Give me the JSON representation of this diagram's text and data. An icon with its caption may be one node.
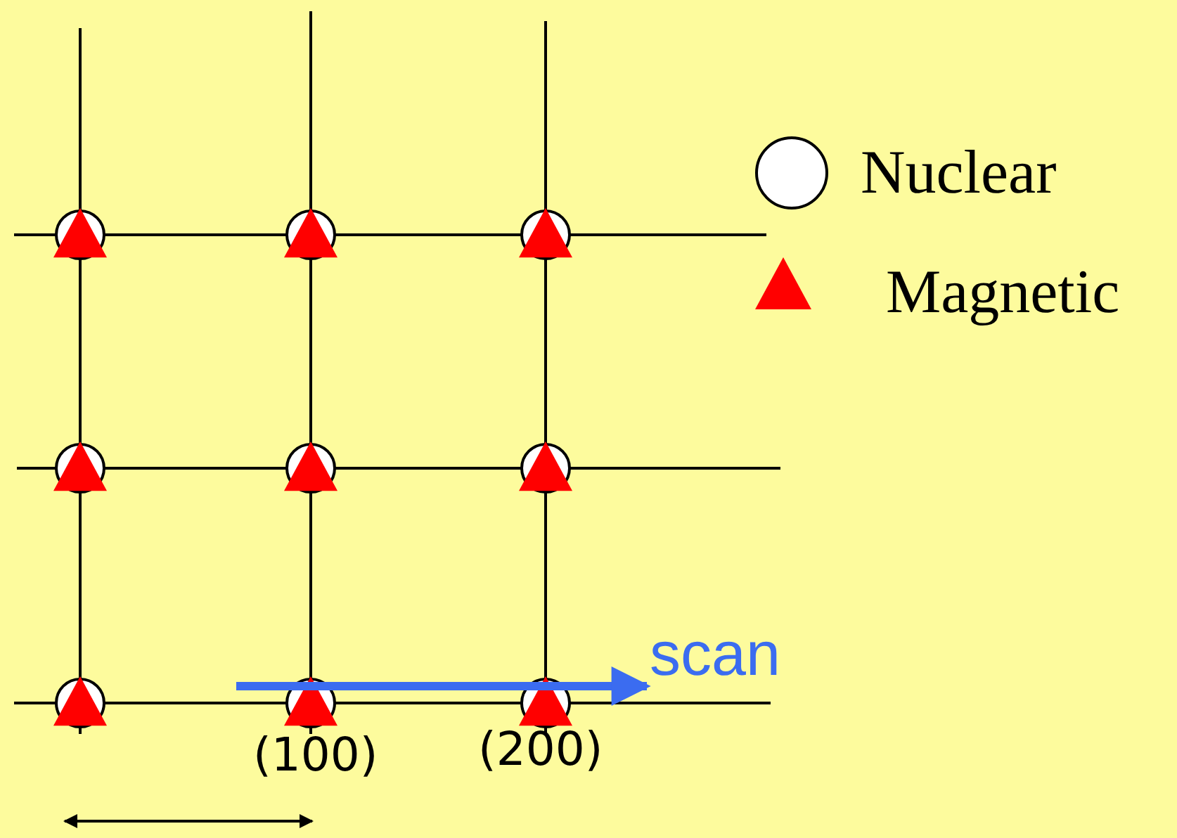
{
  "diagram": {
    "labels": [
      "scan",
      "(100)",
      "(200)"
    ],
    "legend": [
      {
        "text": "Nuclear"
      },
      {
        "text": "Magnetic"
      }
    ]
  }
}
